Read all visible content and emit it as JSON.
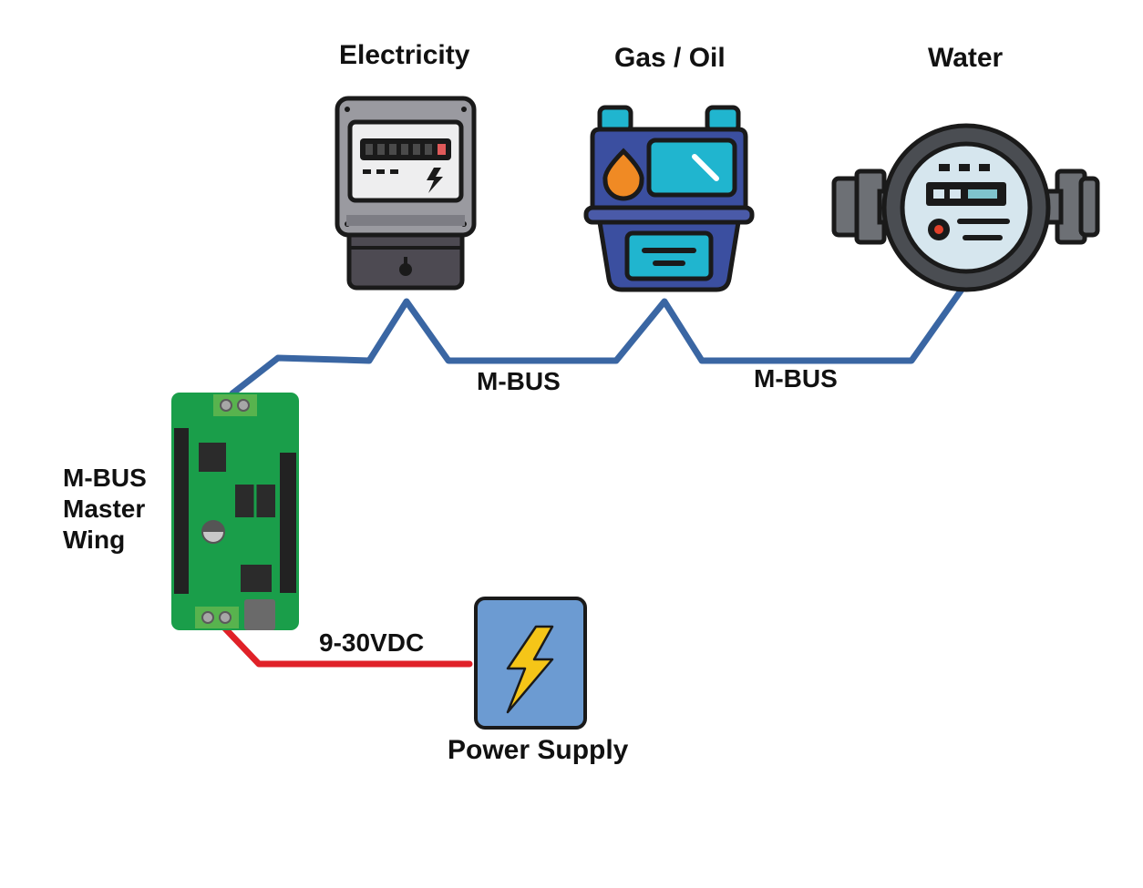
{
  "meters": {
    "electricity": {
      "label": "Electricity"
    },
    "gas": {
      "label": "Gas / Oil"
    },
    "water": {
      "label": "Water"
    }
  },
  "bus": {
    "segment_1_label": "M-BUS",
    "segment_2_label": "M-BUS"
  },
  "board": {
    "label_line_1": "M-BUS",
    "label_line_2": "Master",
    "label_line_3": "Wing"
  },
  "power": {
    "voltage_label": "9-30VDC",
    "label": "Power Supply"
  },
  "colors": {
    "bus_wire": "#3a66a3",
    "power_wire": "#e02128",
    "board_green": "#1a9e4a",
    "power_box": "#6c9bd2",
    "bolt": "#f5c518",
    "gas_body": "#3b4fa0",
    "gas_window": "#20b5cf",
    "gas_flame": "#f08a24",
    "meter_grey": "#9a9aa0",
    "meter_dark": "#4d4a52",
    "outline": "#1a1a1a"
  },
  "icons": [
    "electricity-meter-icon",
    "gas-meter-icon",
    "water-meter-icon",
    "lightning-bolt-icon"
  ]
}
